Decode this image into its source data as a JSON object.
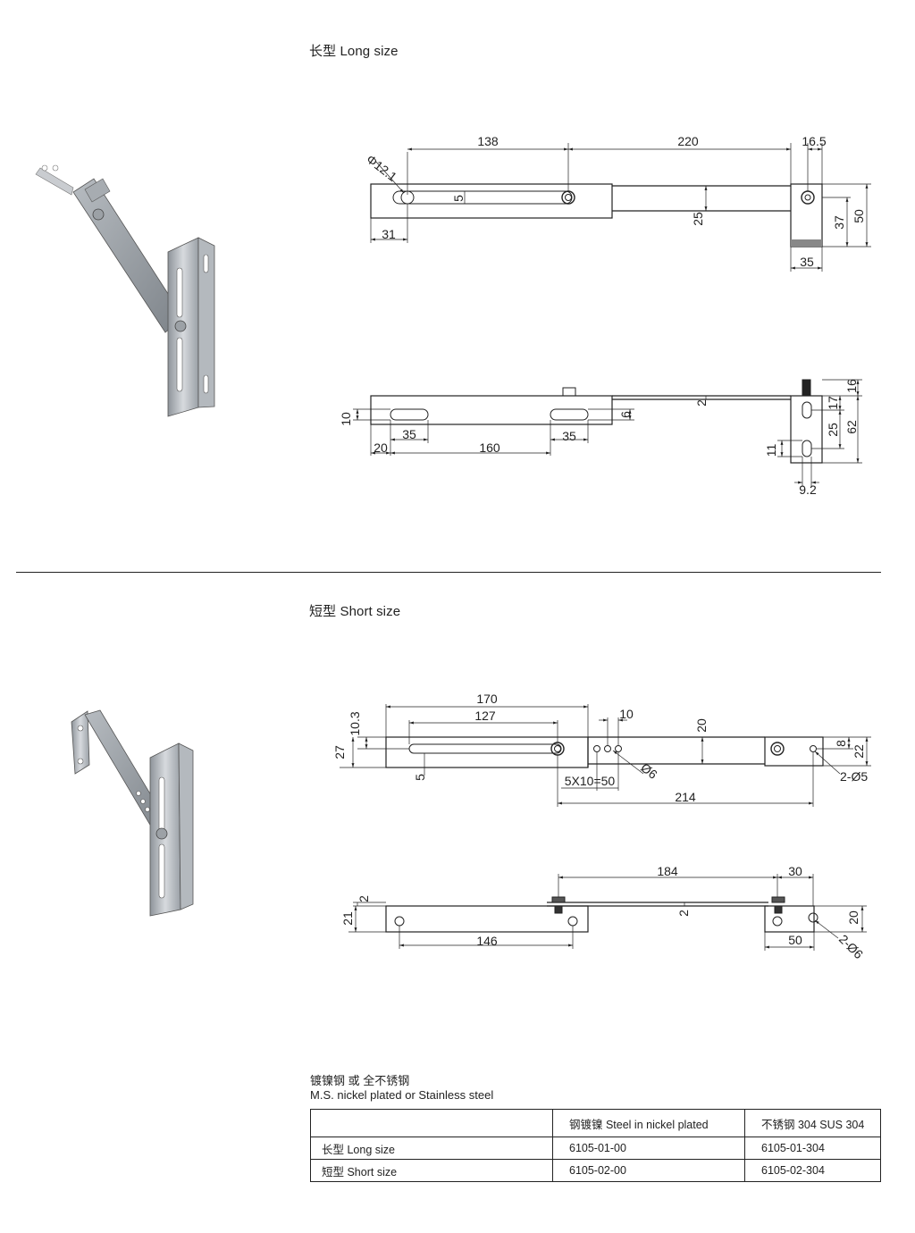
{
  "sections": {
    "long_title": "长型 Long size",
    "short_title": "短型 Short size"
  },
  "long_top_dims": {
    "d1": "138",
    "d2": "220",
    "d3": "16.5",
    "dia": "Φ12.1",
    "slot": "5",
    "h25": "25",
    "h37": "37",
    "h50": "50",
    "w31": "31",
    "w35": "35"
  },
  "long_side_dims": {
    "h10": "10",
    "s35a": "35",
    "s35b": "35",
    "w20": "20",
    "w160": "160",
    "h6": "6",
    "h2": "2",
    "h16": "16",
    "h17": "17",
    "h25": "25",
    "h62": "62",
    "h11": "11",
    "w92": "9.2"
  },
  "short_top_dims": {
    "w170": "170",
    "w127": "127",
    "w10": "10",
    "h20": "20",
    "h103": "10.3",
    "h27": "27",
    "h5": "5",
    "holes": "5X10=50",
    "dia6": "Ø6",
    "w214": "214",
    "h8": "8",
    "h22": "22",
    "dia5": "2-Ø5"
  },
  "short_side_dims": {
    "w184": "184",
    "w30": "30",
    "h2a": "2",
    "h21": "21",
    "h2b": "2",
    "w146": "146",
    "h20": "20",
    "w50": "50",
    "dia6": "2-Ø6"
  },
  "material": {
    "cn": "镀镍钢 或 全不锈钢",
    "en": "M.S. nickel plated or Stainless steel"
  },
  "table": {
    "header": [
      "",
      "钢镀镍 Steel in nickel plated",
      "不锈钢 304 SUS 304"
    ],
    "rows": [
      [
        "长型 Long size",
        "6105-01-00",
        "6105-01-304"
      ],
      [
        "短型 Short size",
        "6105-02-00",
        "6105-02-304"
      ]
    ]
  }
}
